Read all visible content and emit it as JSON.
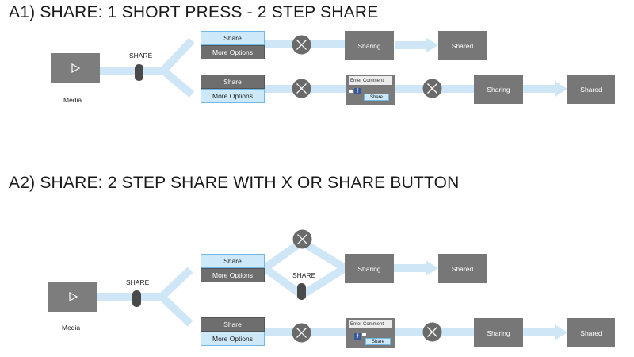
{
  "colors": {
    "connector": "#cfe6f7",
    "box": "#777777",
    "accent": "#6fb9e6"
  },
  "section_a1": {
    "heading": "A1) SHARE: 1 SHORT PRESS - 2 STEP SHARE",
    "media_label": "Media",
    "share_label": "SHARE",
    "top": {
      "share": "Share",
      "more": "More Options",
      "sharing": "Sharing",
      "shared": "Shared"
    },
    "bottom": {
      "share": "Share",
      "more": "More Options",
      "comment_placeholder": "Enter Comment",
      "comment_button": "Share",
      "sharing": "Sharing",
      "shared": "Shared"
    }
  },
  "section_a2": {
    "heading": "A2) SHARE: 2 STEP SHARE WITH X OR SHARE BUTTON",
    "media_label": "Media",
    "share_label": "SHARE",
    "branch_share_label": "SHARE",
    "top": {
      "share": "Share",
      "more": "More Options",
      "sharing": "Sharing",
      "shared": "Shared"
    },
    "bottom": {
      "share": "Share",
      "more": "More Options",
      "comment_placeholder": "Enter Comment",
      "comment_button": "Share",
      "sharing": "Sharing",
      "shared": "Shared"
    }
  },
  "icons": [
    "play-icon",
    "close-x-icon",
    "facebook-icon"
  ]
}
